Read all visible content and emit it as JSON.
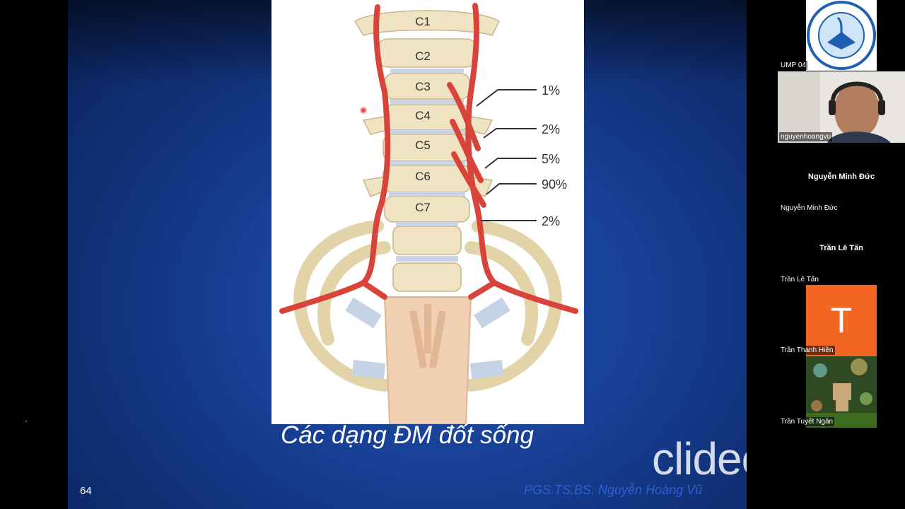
{
  "slide": {
    "caption": "Các dạng ĐM đốt sống",
    "slide_number": "64",
    "author": "PGS.TS.BS. Nguyễn Hoàng Vũ",
    "watermark": "clideo.com",
    "figure": {
      "vertebrae": [
        "C1",
        "C2",
        "C3",
        "C4",
        "C5",
        "C6",
        "C7"
      ],
      "percentages": [
        "1%",
        "2%",
        "5%",
        "90%",
        "2%"
      ]
    }
  },
  "participants": [
    {
      "name": "UMP 04",
      "display": "logo"
    },
    {
      "name": "nguyenhoangvu",
      "display": "video"
    },
    {
      "name": "Nguyễn Minh Đức",
      "center_name": "Nguyễn Minh Đức",
      "display": "name"
    },
    {
      "name": "Trần Lê Tấn",
      "center_name": "Trần Lê Tấn",
      "display": "name"
    },
    {
      "name": "Trần Thanh Hiền",
      "initial": "T",
      "display": "avatar"
    },
    {
      "name": "Trần Tuyết Ngân",
      "display": "photo"
    }
  ],
  "colors": {
    "slide_bg": "#173f94",
    "artery": "#d8433a",
    "bone": "#efe3c2",
    "avatar_orange": "#f26522",
    "author": "#2c61d0"
  }
}
